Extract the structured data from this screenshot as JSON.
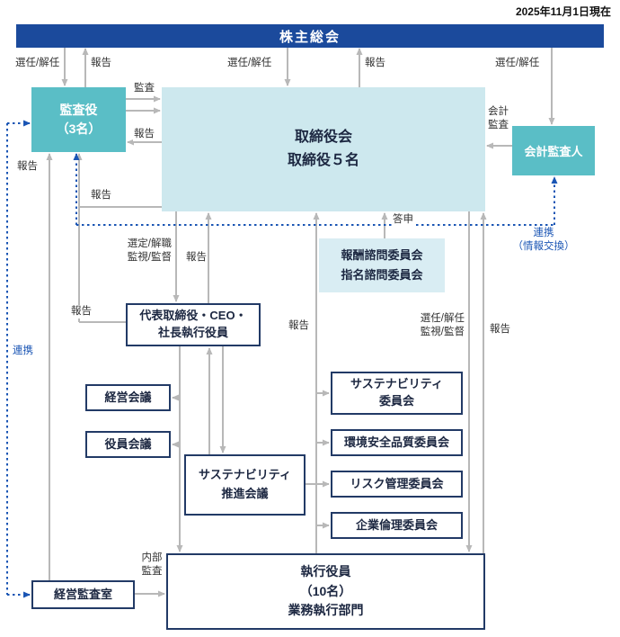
{
  "meta": {
    "date_note": "2025年11月1日現在"
  },
  "colors": {
    "banner_blue": "#1b4a9c",
    "teal": "#5abec6",
    "light_blue": "#cde8ee",
    "pale_blue": "#d9edf3",
    "link_blue": "#1a55b4",
    "line_gray": "#b8b8b8"
  },
  "nodes": {
    "shareholders_meeting": "株主総会",
    "auditors": "監査役\n（3名）",
    "board": "取締役会\n取締役５名",
    "accounting_auditor": "会計監査人",
    "advisory_committees": "報酬諮問委員会\n指名諮問委員会",
    "ceo": "代表取締役・CEO・\n社長執行役員",
    "management_meeting": "経営会議",
    "officers_meeting": "役員会議",
    "sustainability_council": "サステナビリティ\n推進会議",
    "sustainability_committee": "サステナビリティ\n委員会",
    "env_safety_quality_committee": "環境安全品質委員会",
    "risk_management_committee": "リスク管理委員会",
    "corporate_ethics_committee": "企業倫理委員会",
    "executive_officers": "執行役員\n（10名）\n業務執行部門",
    "management_audit_office": "経営監査室"
  },
  "labels": {
    "appoint_dismiss": "選任/解任",
    "report": "報告",
    "audit": "監査",
    "accounting_audit": "会計\n監査",
    "consult_report": "答申",
    "select_dismiss_supervise": "選定/解職\n監視/監督",
    "appoint_dismiss_supervise": "選任/解任\n監視/監督",
    "internal_audit": "内部\n監査",
    "cooperation": "連携",
    "cooperation_info": "連携\n（情報交換）"
  }
}
